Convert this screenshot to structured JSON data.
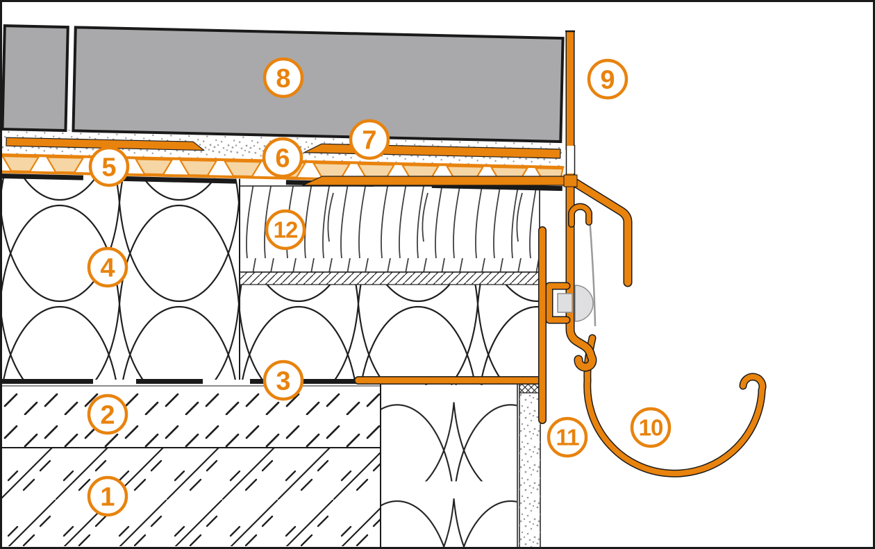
{
  "callouts": [
    {
      "label": "1"
    },
    {
      "label": "2"
    },
    {
      "label": "3"
    },
    {
      "label": "4"
    },
    {
      "label": "5"
    },
    {
      "label": "6"
    },
    {
      "label": "7"
    },
    {
      "label": "8"
    },
    {
      "label": "9"
    },
    {
      "label": "10"
    },
    {
      "label": "11"
    },
    {
      "label": "12"
    }
  ],
  "colors": {
    "accent": "#E8830E",
    "accent_soft": "#F6D6A5",
    "slab_gray": "#A9A9AB",
    "line_dark": "#1A1A1A",
    "metal_gray": "#DFDFE1",
    "metal_edge": "#8E8E8E",
    "dot_gray": "#9B9B9B",
    "wood_line": "#3F3F3F",
    "hatch_dark": "#1F1F1F",
    "strap_gray": "#9A9A9A",
    "paper": "#FFFFFF"
  }
}
